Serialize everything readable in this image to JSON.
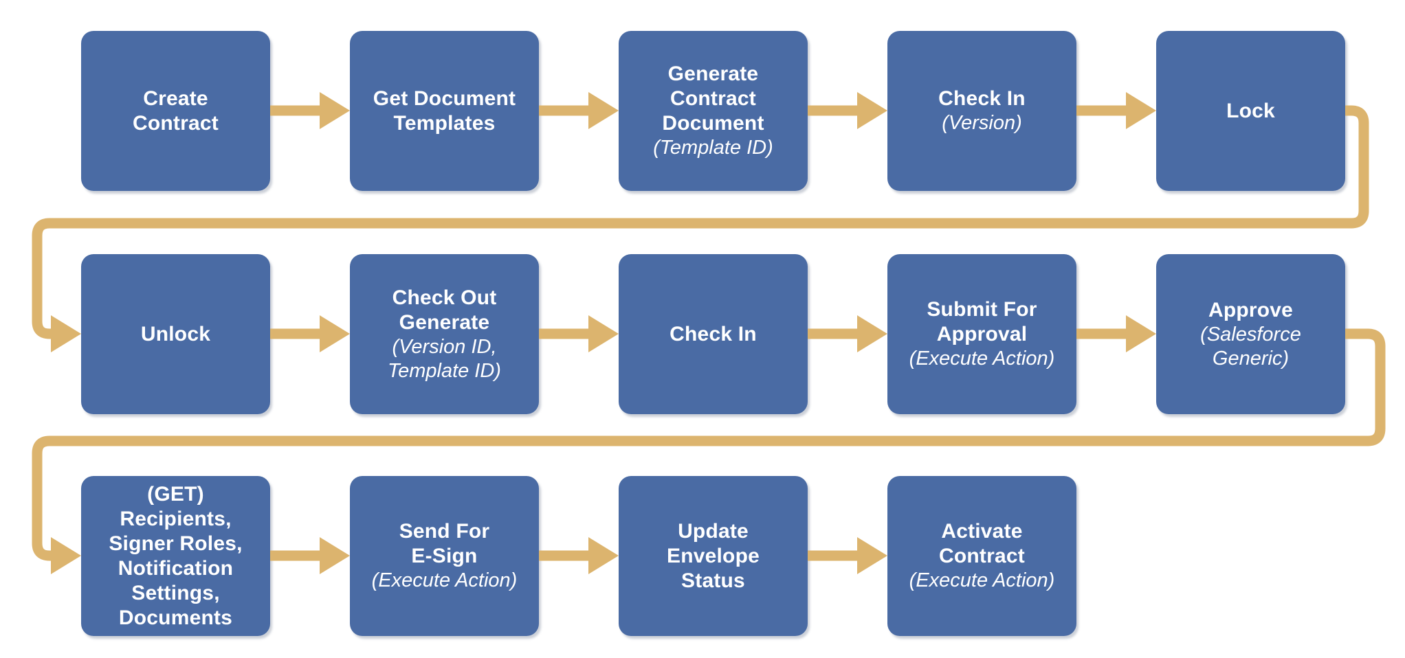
{
  "colors": {
    "background": "#ffffff",
    "node_fill": "#4a6ba4",
    "node_text": "#ffffff",
    "connector": "#dcb46e"
  },
  "nodes": [
    {
      "id": "create-contract",
      "row": 0,
      "col": 0,
      "title_lines": [
        "Create",
        "Contract"
      ],
      "subtitle_lines": []
    },
    {
      "id": "get-document-templates",
      "row": 0,
      "col": 1,
      "title_lines": [
        "Get Document",
        "Templates"
      ],
      "subtitle_lines": []
    },
    {
      "id": "generate-contract-document",
      "row": 0,
      "col": 2,
      "title_lines": [
        "Generate",
        "Contract",
        "Document"
      ],
      "subtitle_lines": [
        "(Template ID)"
      ]
    },
    {
      "id": "check-in-version",
      "row": 0,
      "col": 3,
      "title_lines": [
        "Check In"
      ],
      "subtitle_lines": [
        "(Version)"
      ]
    },
    {
      "id": "lock",
      "row": 0,
      "col": 4,
      "title_lines": [
        "Lock"
      ],
      "subtitle_lines": []
    },
    {
      "id": "unlock",
      "row": 1,
      "col": 0,
      "title_lines": [
        "Unlock"
      ],
      "subtitle_lines": []
    },
    {
      "id": "check-out-generate",
      "row": 1,
      "col": 1,
      "title_lines": [
        "Check Out",
        "Generate"
      ],
      "subtitle_lines": [
        "(Version ID,",
        "Template ID)"
      ]
    },
    {
      "id": "check-in",
      "row": 1,
      "col": 2,
      "title_lines": [
        "Check In"
      ],
      "subtitle_lines": []
    },
    {
      "id": "submit-for-approval",
      "row": 1,
      "col": 3,
      "title_lines": [
        "Submit For",
        "Approval"
      ],
      "subtitle_lines": [
        "(Execute Action)"
      ]
    },
    {
      "id": "approve",
      "row": 1,
      "col": 4,
      "title_lines": [
        "Approve"
      ],
      "subtitle_lines": [
        "(Salesforce",
        "Generic)"
      ]
    },
    {
      "id": "get-recipients",
      "row": 2,
      "col": 0,
      "title_lines": [
        "(GET)",
        "Recipients,",
        "Signer Roles,",
        "Notification",
        "Settings,",
        "Documents"
      ],
      "subtitle_lines": []
    },
    {
      "id": "send-for-e-sign",
      "row": 2,
      "col": 1,
      "title_lines": [
        "Send For",
        "E-Sign"
      ],
      "subtitle_lines": [
        "(Execute Action)"
      ]
    },
    {
      "id": "update-envelope-status",
      "row": 2,
      "col": 2,
      "title_lines": [
        "Update",
        "Envelope",
        "Status"
      ],
      "subtitle_lines": []
    },
    {
      "id": "activate-contract",
      "row": 2,
      "col": 3,
      "title_lines": [
        "Activate",
        "Contract"
      ],
      "subtitle_lines": [
        "(Execute Action)"
      ]
    }
  ],
  "connections": [
    {
      "from": "create-contract",
      "to": "get-document-templates",
      "type": "arrow"
    },
    {
      "from": "get-document-templates",
      "to": "generate-contract-document",
      "type": "arrow"
    },
    {
      "from": "generate-contract-document",
      "to": "check-in-version",
      "type": "arrow"
    },
    {
      "from": "check-in-version",
      "to": "lock",
      "type": "arrow"
    },
    {
      "from": "lock",
      "to": "unlock",
      "type": "wrap"
    },
    {
      "from": "unlock",
      "to": "check-out-generate",
      "type": "arrow"
    },
    {
      "from": "check-out-generate",
      "to": "check-in",
      "type": "arrow"
    },
    {
      "from": "check-in",
      "to": "submit-for-approval",
      "type": "arrow"
    },
    {
      "from": "submit-for-approval",
      "to": "approve",
      "type": "arrow"
    },
    {
      "from": "approve",
      "to": "get-recipients",
      "type": "wrap"
    },
    {
      "from": "get-recipients",
      "to": "send-for-e-sign",
      "type": "arrow"
    },
    {
      "from": "send-for-e-sign",
      "to": "update-envelope-status",
      "type": "arrow"
    },
    {
      "from": "update-envelope-status",
      "to": "activate-contract",
      "type": "arrow"
    }
  ]
}
